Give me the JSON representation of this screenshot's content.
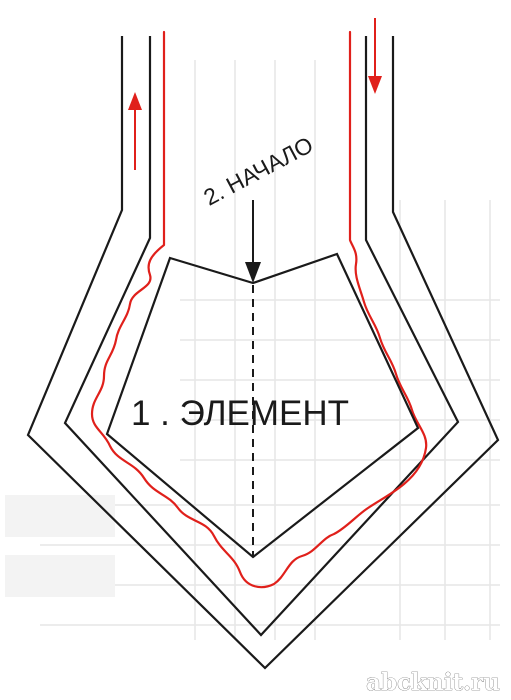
{
  "diagram": {
    "element_label": "1 . ЭЛЕМЕНТ",
    "start_label": "2. НАЧАЛО",
    "watermark": "abcknit.ru",
    "colors": {
      "outline": "#1a1a1a",
      "path": "#e0201b"
    },
    "direction_arrows": [
      {
        "color": "red",
        "direction": "up"
      },
      {
        "color": "red",
        "direction": "down"
      }
    ],
    "start_arrow": {
      "color": "black",
      "direction": "down"
    }
  }
}
